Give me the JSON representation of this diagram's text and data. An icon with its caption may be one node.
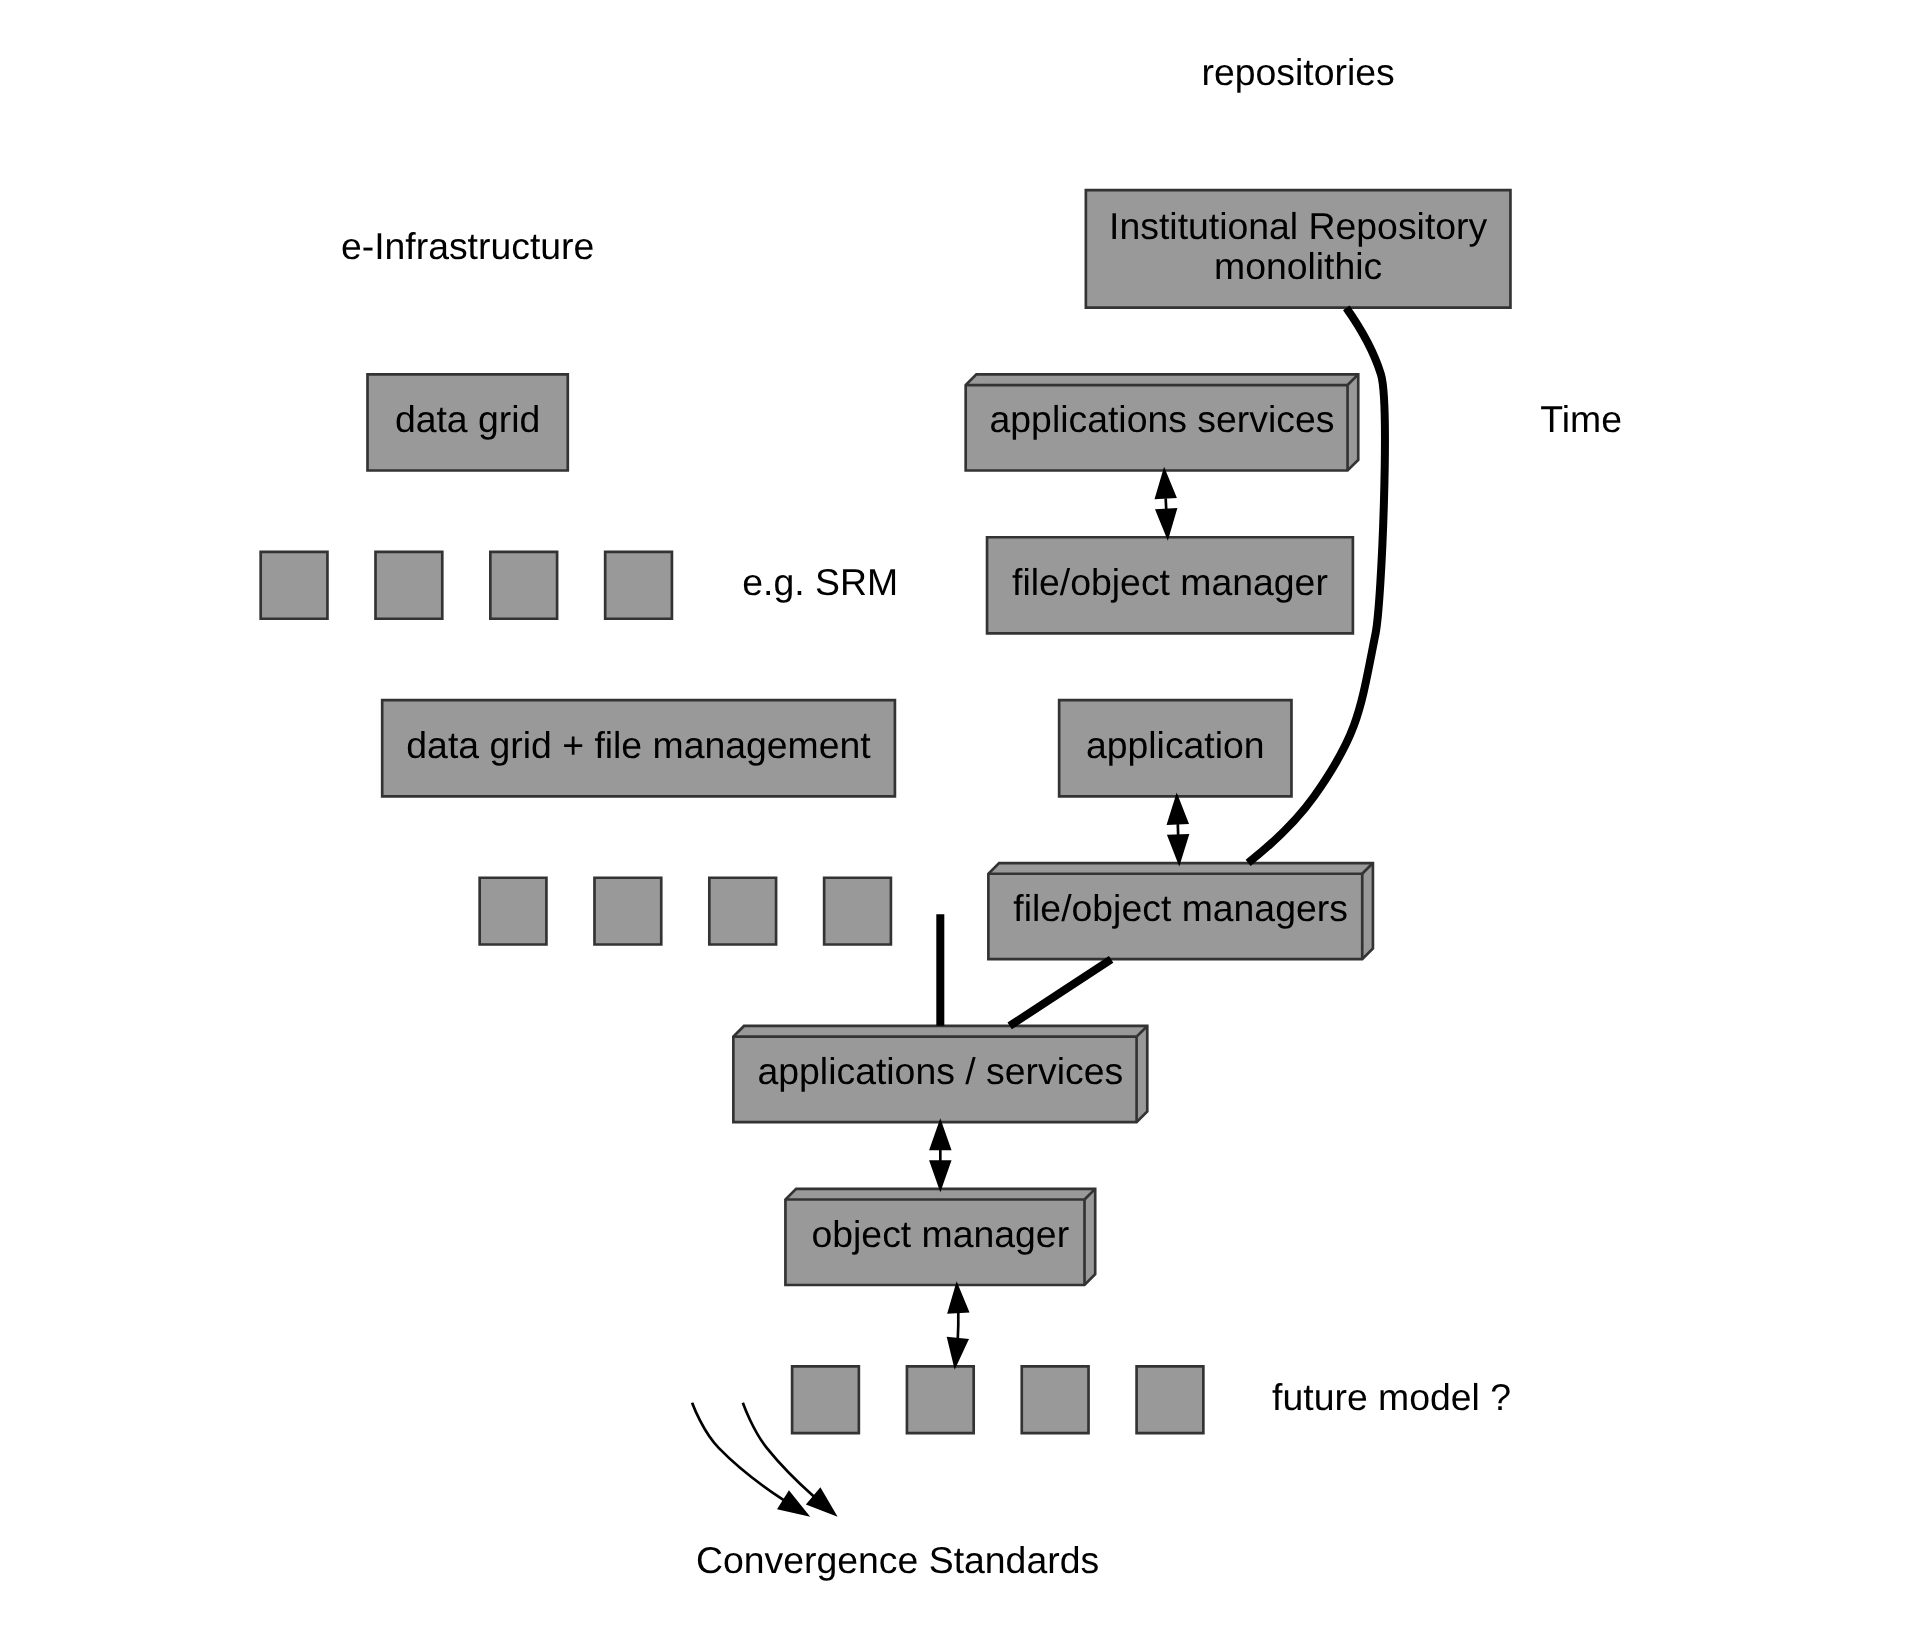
{
  "diagram": {
    "nodes": [
      {
        "text": [
          "Institutional Repository",
          "monolithic"
        ]
      },
      {
        "text": [
          "data grid"
        ]
      },
      {
        "text": [],
        "shape": "box"
      },
      {
        "text": [],
        "shape": "box"
      },
      {
        "text": [],
        "shape": "box"
      },
      {
        "text": [],
        "shape": "box"
      },
      {
        "text": [
          "applications services"
        ]
      },
      {
        "text": [
          "file/object manager"
        ]
      },
      {
        "text": [
          "data grid + file management"
        ]
      },
      {
        "text": [],
        "shape": "box"
      },
      {
        "text": [],
        "shape": "box"
      },
      {
        "text": [],
        "shape": "box"
      },
      {
        "text": [],
        "shape": "box"
      },
      {
        "text": [
          "application"
        ]
      },
      {
        "text": [
          "file/object managers"
        ]
      },
      {
        "text": [
          "applications / services"
        ]
      },
      {
        "text": [
          "object manager"
        ]
      },
      {
        "text": [],
        "shape": "box"
      },
      {
        "text": [],
        "shape": "box"
      },
      {
        "text": [],
        "shape": "box"
      },
      {
        "text": [],
        "shape": "box"
      },
      {
        "text": [
          "Convergence Standards"
        ]
      }
    ],
    "edges": [
      {
        "from": 6,
        "to": 7,
        "arrow": "both"
      },
      {
        "from": 13,
        "to": 14,
        "arrow": "both"
      },
      {
        "from": 0,
        "to": 14,
        "arrow": "none",
        "style": "thick"
      },
      {
        "from": 14,
        "to": 15,
        "arrow": "none",
        "style": "thick"
      },
      {
        "from": null,
        "to": 15,
        "arrow": "none",
        "style": "thick"
      },
      {
        "from": 15,
        "to": 16,
        "arrow": "both"
      },
      {
        "from": 16,
        "to": 18,
        "arrow": "both"
      },
      {
        "from": null,
        "to": 21,
        "arrow": "to"
      },
      {
        "from": null,
        "to": 21,
        "arrow": "to"
      }
    ],
    "labels": [
      "repositories",
      "e-Infrastructure",
      "e.g. SRM",
      "Time",
      "future model ?"
    ]
  }
}
